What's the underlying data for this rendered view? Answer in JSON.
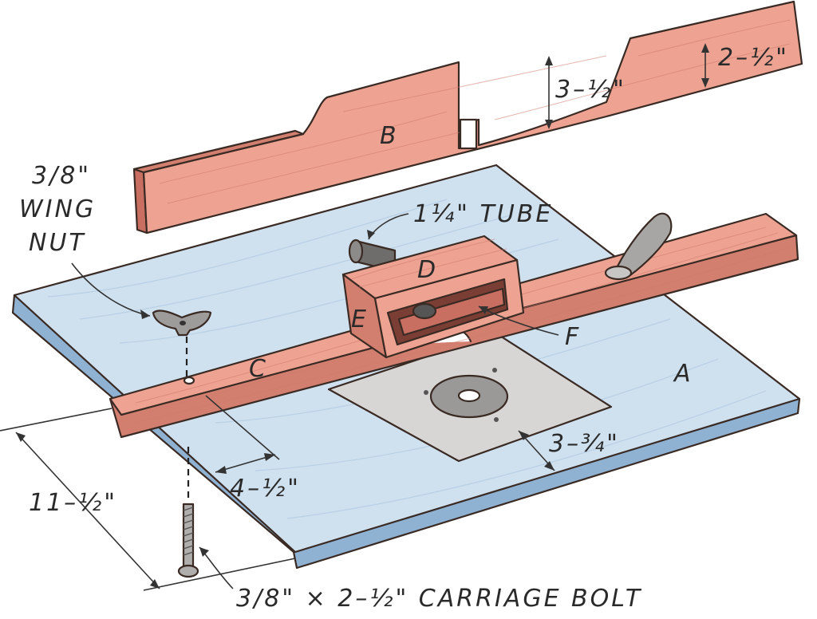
{
  "labels": {
    "part_a": "A",
    "part_b": "B",
    "part_c": "C",
    "part_d": "D",
    "part_e": "E",
    "part_f": "F",
    "tube": "1¼\" TUBE",
    "wing_nut_1": "3/8\"",
    "wing_nut_2": "WING",
    "wing_nut_3": "NUT",
    "carriage_bolt": "3/8\" × 2–½\" CARRIAGE BOLT"
  },
  "dimensions": {
    "fence_tall": "3–½\"",
    "fence_short": "2–½\"",
    "plate_offset": "3–¾\"",
    "fence_offset": "4–½\"",
    "base_depth": "11–½\""
  },
  "colors": {
    "wood": "#eea392",
    "wood_dark": "#d27f70",
    "wood_side": "#c86f62",
    "base": "#cfe0ef",
    "base_edge": "#8fb2d3",
    "metal": "#d8d6d4",
    "metal_dark": "#8c8a88",
    "ink": "#3a2a24"
  },
  "icons": [
    "wing-nut-icon",
    "carriage-bolt-icon",
    "clamp-knob-icon",
    "tube-icon"
  ]
}
